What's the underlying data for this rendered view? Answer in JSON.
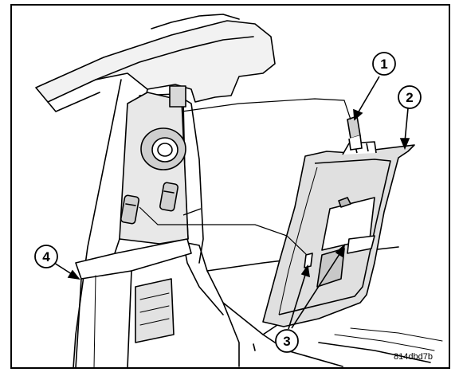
{
  "callouts": [
    {
      "id": "1",
      "label": "1"
    },
    {
      "id": "2",
      "label": "2"
    },
    {
      "id": "3",
      "label": "3"
    },
    {
      "id": "4",
      "label": "4"
    }
  ],
  "figure_code": "814dbd7b"
}
